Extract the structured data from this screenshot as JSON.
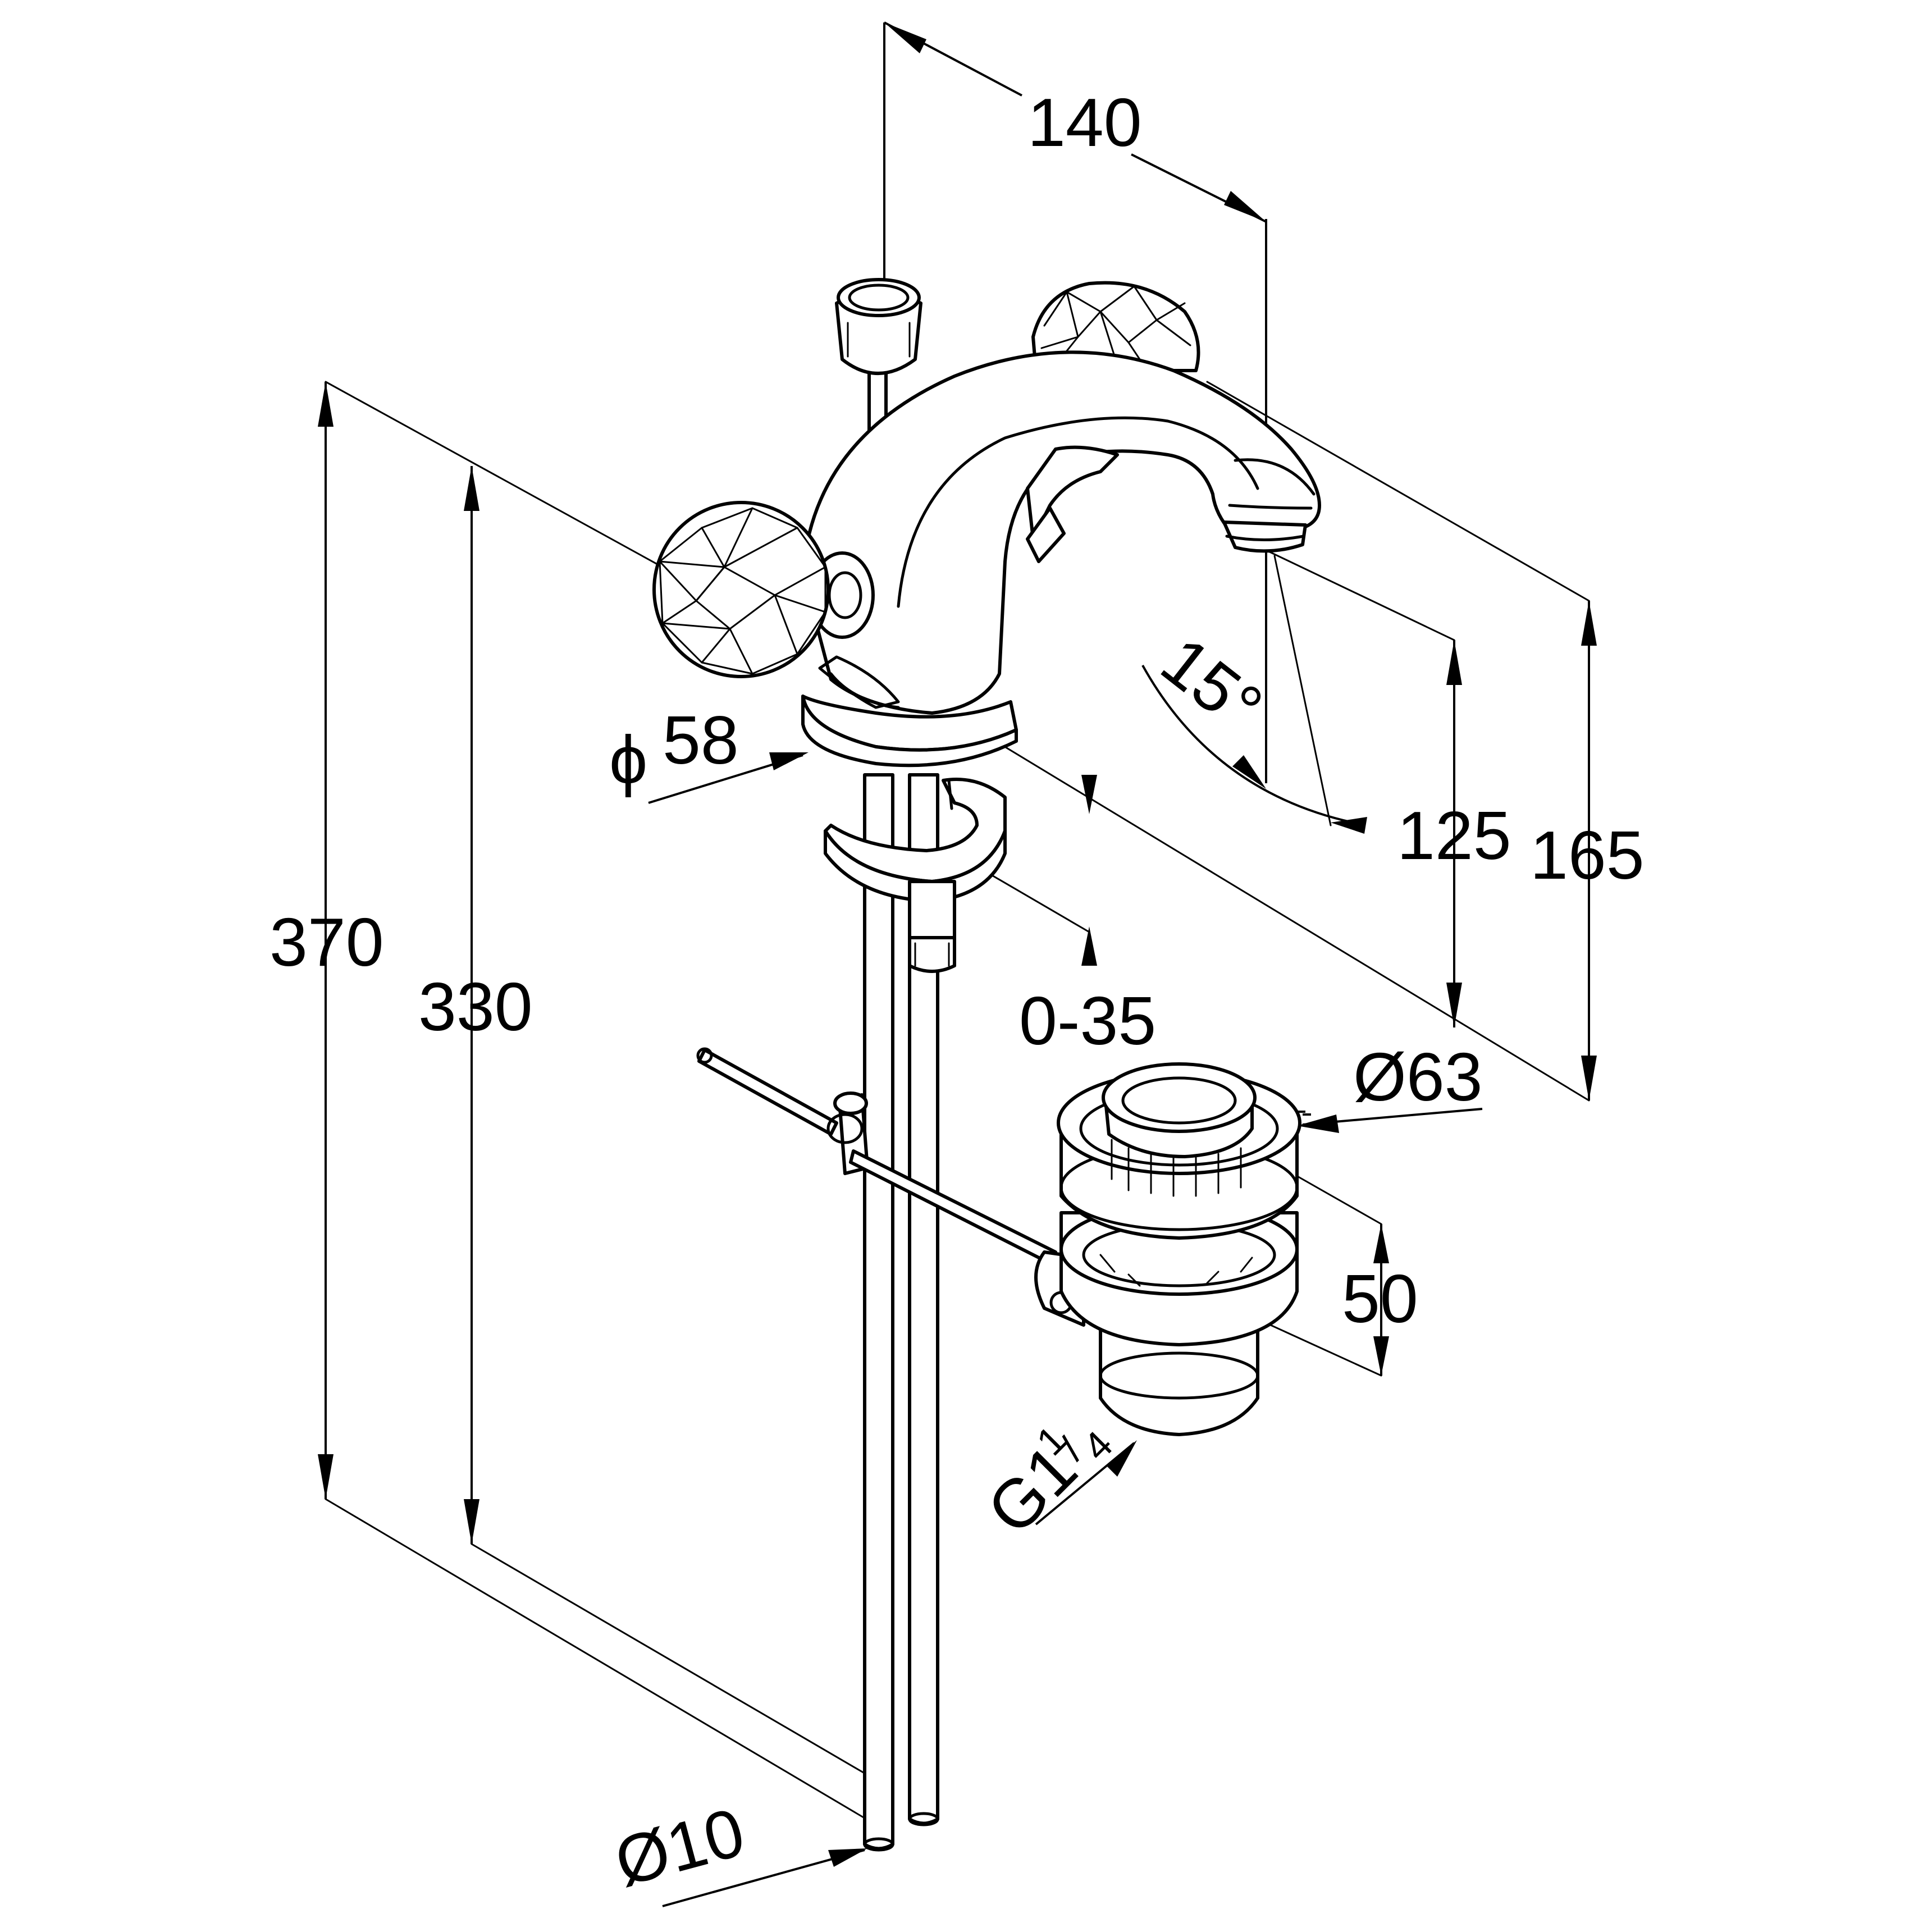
{
  "dimensions": {
    "width_140": "140",
    "height_370": "370",
    "height_330": "330",
    "diameter_58_symbol": "ϕ",
    "diameter_58_value": "58",
    "angle_15": "15°",
    "height_125": "125",
    "height_165": "165",
    "range_0_35": "0-35",
    "diameter_63": "Ø63",
    "height_50": "50",
    "thread_g": "G1",
    "thread_num": "1",
    "thread_den": "4",
    "diameter_10": "Ø10"
  },
  "colors": {
    "line": "#000000",
    "background": "#ffffff"
  }
}
